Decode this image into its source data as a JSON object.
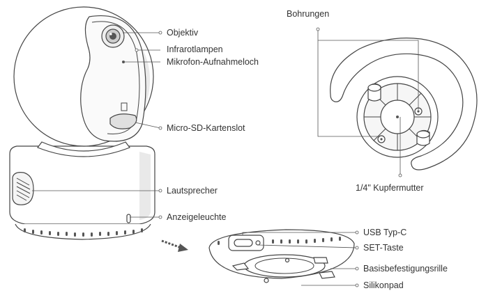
{
  "labels": {
    "lens": "Objektiv",
    "ir_lamps": "Infrarotlampen",
    "mic_hole": "Mikrofon-Aufnahmeloch",
    "sd_slot": "Micro-SD-Kartenslot",
    "speaker": "Lautsprecher",
    "indicator": "Anzeigeleuchte",
    "holes": "Bohrungen",
    "nut": "1/4\" Kupfermutter",
    "usb": "USB Typ-C",
    "set_key": "SET-Taste",
    "mount_groove": "Basisbefestigungsrille",
    "silicone_pad": "Silikonpad"
  }
}
